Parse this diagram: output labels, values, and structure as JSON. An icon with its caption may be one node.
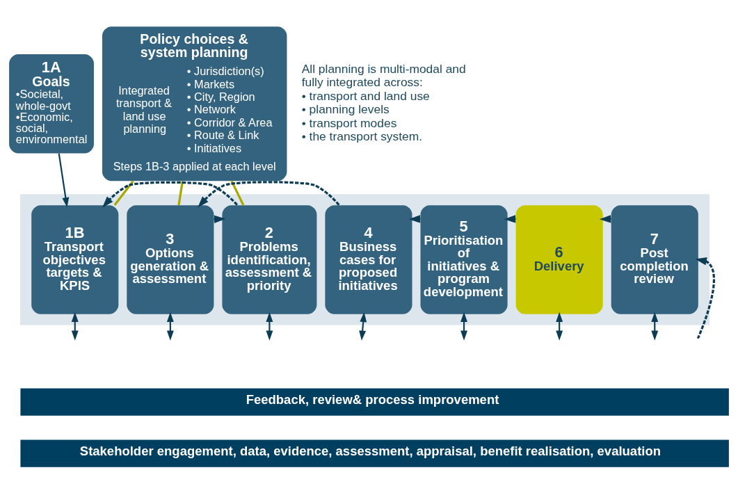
{
  "diagram": {
    "nodes": [
      {
        "text": [
          "Policy choices & system planning",
          "Integrated transport & land use planning",
          "• Jurisdiction(s)",
          "• Markets",
          "• City, Region",
          "• Network",
          "• Corridor & Area",
          "• Route & Link",
          "• Initiatives",
          "Steps 1B-3 applied at each level"
        ]
      },
      {
        "text": [
          "1A",
          "Goals",
          "•Societal, whole-govt",
          "•Economic, social, environmental"
        ]
      },
      {
        "text": [],
        "shape": "arrow"
      },
      {
        "text": [
          "1B",
          "Transport objectives targets & KPIS"
        ],
        "in": 2
      },
      {
        "text": [
          "2",
          "Problems identification, assessment & priority"
        ],
        "in": 2
      },
      {
        "text": [
          "3",
          "Options generation & assessment"
        ],
        "in": 2
      },
      {
        "text": [
          "4",
          "Business cases for proposed initiatives"
        ],
        "in": 2
      },
      {
        "text": [
          "5",
          "Prioritisation of initiatives & program development"
        ],
        "in": 2
      },
      {
        "text": [
          "6",
          "Delivery"
        ],
        "in": 2
      },
      {
        "text": [
          "7",
          "Post completion review"
        ],
        "in": 2
      },
      {
        "text": [
          "Feedback, review& process improvement"
        ]
      },
      {
        "text": [
          "Stakeholder engagement, data, evidence, assessment, appraisal, benefit realisation, evaluation"
        ]
      }
    ],
    "edges": [
      {
        "from": 1,
        "to": 3,
        "arrow": "to"
      },
      {
        "from": 0,
        "to": 3,
        "arrow": "none",
        "color": "#a8a800"
      },
      {
        "from": 0,
        "to": 4,
        "arrow": "none",
        "color": "#a8a800"
      },
      {
        "from": 0,
        "to": 5,
        "arrow": "none",
        "color": "#a8a800"
      },
      {
        "from": 3,
        "to": null,
        "arrow": "both"
      },
      {
        "from": 4,
        "to": null,
        "arrow": "both"
      },
      {
        "from": 5,
        "to": null,
        "arrow": "both"
      },
      {
        "from": 6,
        "to": null,
        "arrow": "both"
      },
      {
        "from": 7,
        "to": null,
        "arrow": "both"
      },
      {
        "from": 8,
        "to": null,
        "arrow": "both"
      },
      {
        "from": null,
        "to": 9,
        "arrow": "to",
        "style": "dashed"
      },
      {
        "from": 9,
        "to": null,
        "arrow": "both"
      },
      {
        "from": 9,
        "to": 8,
        "arrow": "to",
        "style": "dashed"
      },
      {
        "from": 8,
        "to": 7,
        "arrow": "to",
        "style": "dashed"
      },
      {
        "from": 7,
        "to": 6,
        "arrow": "to",
        "style": "dashed"
      },
      {
        "from": 6,
        "to": 5,
        "arrow": "to",
        "style": "dashed"
      },
      {
        "from": 5,
        "to": 4,
        "arrow": "to",
        "style": "dashed"
      },
      {
        "from": 4,
        "to": 3,
        "arrow": "to",
        "style": "dashed"
      }
    ],
    "labels": [
      "All planning is multi-modal and fully integrated across:",
      "• transport and land use",
      "• planning levels",
      "• transport modes",
      "• the transport system."
    ]
  }
}
